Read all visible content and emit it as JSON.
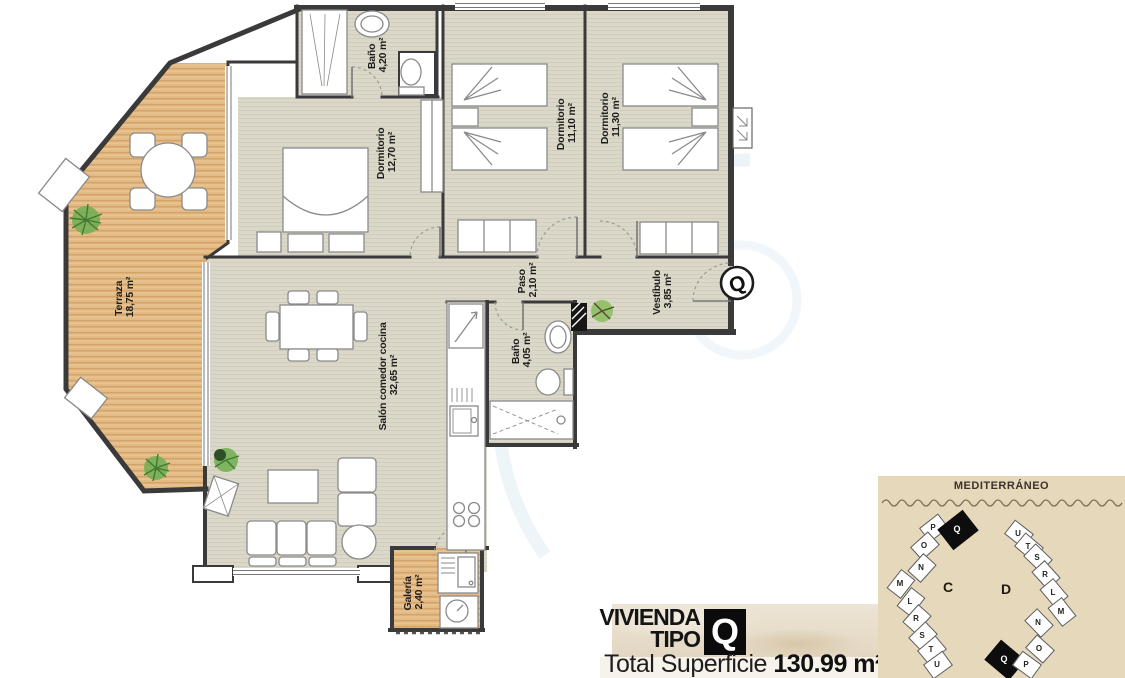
{
  "unit_type": "Q",
  "floor_plan": {
    "entrance_badge": "Q",
    "rooms": [
      {
        "name": "Baño",
        "area": "4,20 m²"
      },
      {
        "name": "Dormitorio",
        "area": "12,70 m²"
      },
      {
        "name": "Dormitorio",
        "area": "11,10 m²"
      },
      {
        "name": "Dormitorio",
        "area": "11,30 m²"
      },
      {
        "name": "Terraza",
        "area": "18,75 m²"
      },
      {
        "name": "Salón comedor cocina",
        "area": "32,65 m²"
      },
      {
        "name": "Paso",
        "area": "2,10 m²"
      },
      {
        "name": "Baño",
        "area": "4,05 m²"
      },
      {
        "name": "Vestíbulo",
        "area": "3,85 m²"
      },
      {
        "name": "Galería",
        "area": "2,40 m²"
      }
    ]
  },
  "info_panel": {
    "line1": "VIVIENDA",
    "line2": "TIPO",
    "type_letter": "Q",
    "total_label": "Total Superficie",
    "total_value": "130.99 m²"
  },
  "site_plan": {
    "title": "MEDITERRÁNEO",
    "highlighted_unit": "Q",
    "blocks": [
      {
        "name": "C",
        "units": [
          "P",
          "Q",
          "O",
          "N",
          "M",
          "L",
          "R",
          "S",
          "T",
          "U"
        ]
      },
      {
        "name": "D",
        "units": [
          "U",
          "T",
          "S",
          "R",
          "L",
          "M",
          "N",
          "O",
          "Q",
          "P"
        ]
      }
    ]
  },
  "colors": {
    "interior_floor": "#dcd8ca",
    "wood_floor": "#e2b984",
    "walls": "#3a3a3a",
    "sand": "#e4d4b3",
    "highlight_black": "#0d0d0d",
    "plant_green": "#6aaa4e",
    "watermark_blue": "#d9e9f3"
  }
}
